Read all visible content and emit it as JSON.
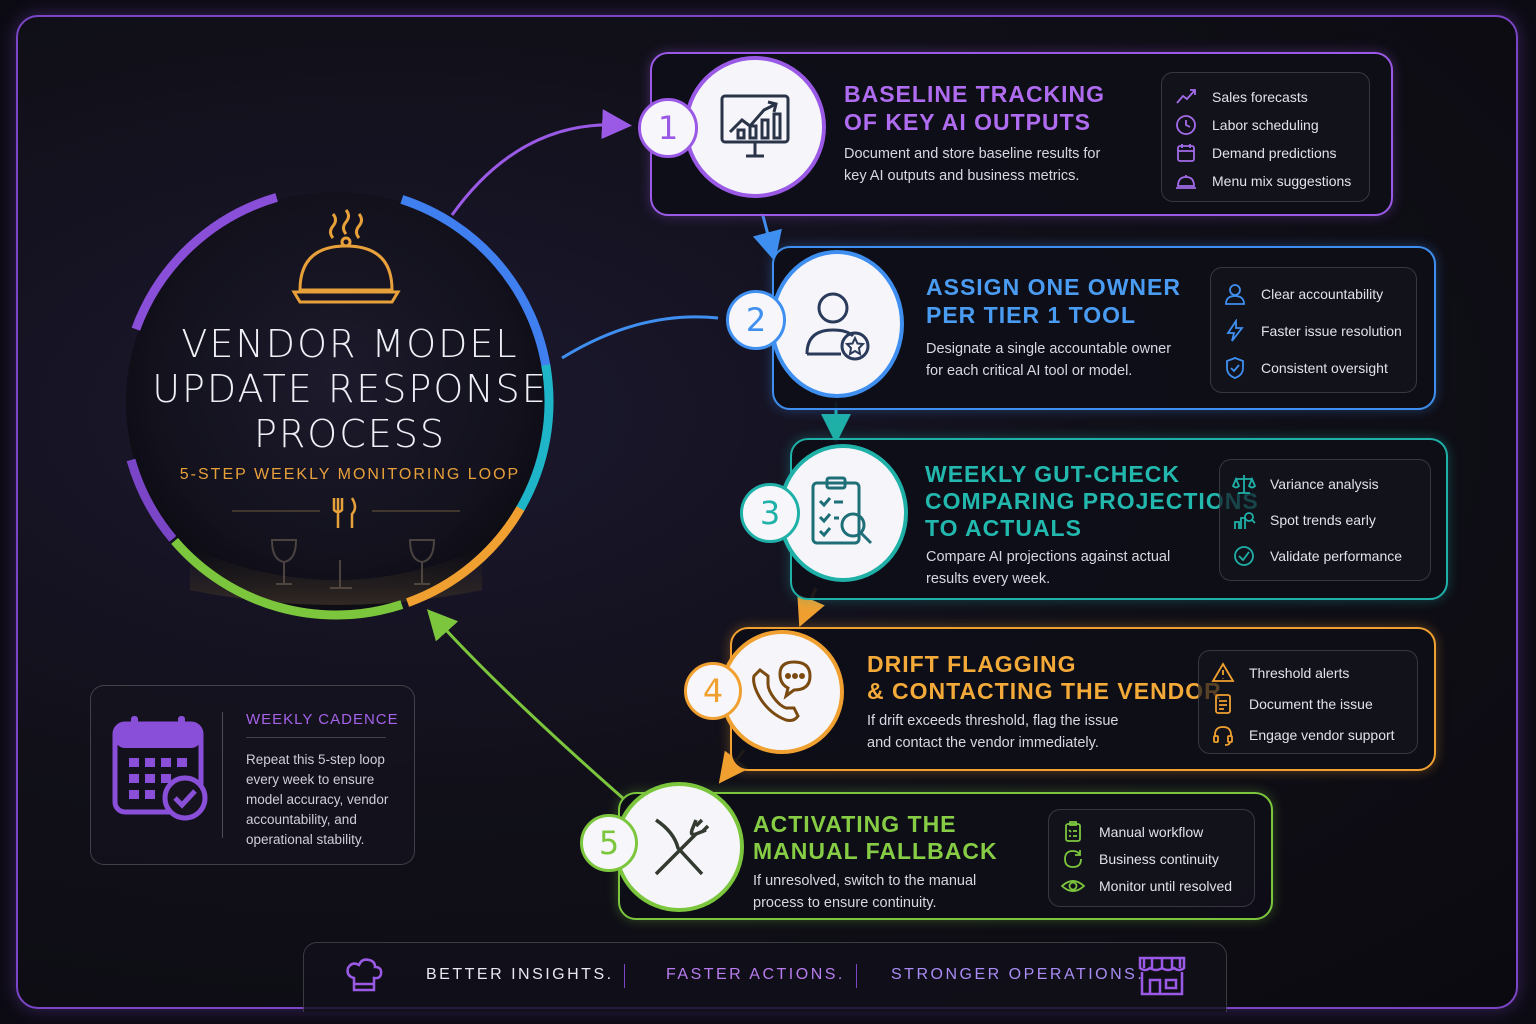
{
  "hub": {
    "title_lines": [
      "VENDOR MODEL",
      "UPDATE RESPONSE",
      "PROCESS"
    ],
    "subtitle": "5-STEP WEEKLY MONITORING LOOP"
  },
  "steps": [
    {
      "number": "1",
      "title_lines": [
        "BASELINE TRACKING",
        "OF KEY AI OUTPUTS"
      ],
      "desc_lines": [
        "Document and store baseline results for",
        "key AI outputs and business metrics."
      ],
      "color": "#9a5ae6",
      "items": [
        "Sales forecasts",
        "Labor scheduling",
        "Demand predictions",
        "Menu mix suggestions"
      ]
    },
    {
      "number": "2",
      "title_lines": [
        "ASSIGN ONE OWNER",
        "PER TIER 1 TOOL"
      ],
      "desc_lines": [
        "Designate a single accountable owner",
        "for each critical AI tool or model."
      ],
      "color": "#3f8ff0",
      "items": [
        "Clear accountability",
        "Faster issue resolution",
        "Consistent oversight"
      ]
    },
    {
      "number": "3",
      "title_lines": [
        "WEEKLY GUT-CHECK",
        "COMPARING PROJECTIONS",
        "TO ACTUALS"
      ],
      "desc_lines": [
        "Compare AI projections against actual",
        "results every week."
      ],
      "color": "#1fb0a8",
      "items": [
        "Variance analysis",
        "Spot trends early",
        "Validate performance"
      ]
    },
    {
      "number": "4",
      "title_lines": [
        "DRIFT FLAGGING",
        "& CONTACTING THE VENDOR"
      ],
      "desc_lines": [
        "If drift exceeds threshold, flag the issue",
        "and contact the vendor immediately."
      ],
      "color": "#f0a030",
      "items": [
        "Threshold alerts",
        "Document the issue",
        "Engage vendor support"
      ]
    },
    {
      "number": "5",
      "title_lines": [
        "ACTIVATING THE",
        "MANUAL FALLBACK"
      ],
      "desc_lines": [
        "If unresolved, switch to the manual",
        "process to ensure continuity."
      ],
      "color": "#7cc63e",
      "items": [
        "Manual workflow",
        "Business continuity",
        "Monitor until resolved"
      ]
    }
  ],
  "cadence": {
    "title": "WEEKLY CADENCE",
    "lines": [
      "Repeat this 5-step loop",
      "every week to ensure",
      "model accuracy, vendor",
      "accountability, and",
      "operational stability."
    ]
  },
  "footer": {
    "items": [
      "BETTER INSIGHTS.",
      "FASTER ACTIONS.",
      "STRONGER OPERATIONS."
    ],
    "colors": [
      "#e8e8f0",
      "#b87cf0",
      "#a98cf5"
    ]
  },
  "icons": [
    "cloche-icon",
    "chart-monitor-icon",
    "user-star-icon",
    "clipboard-search-icon",
    "phone-chat-icon",
    "fork-knife-icon",
    "calendar-check-icon",
    "chef-hat-icon",
    "storefront-icon"
  ]
}
